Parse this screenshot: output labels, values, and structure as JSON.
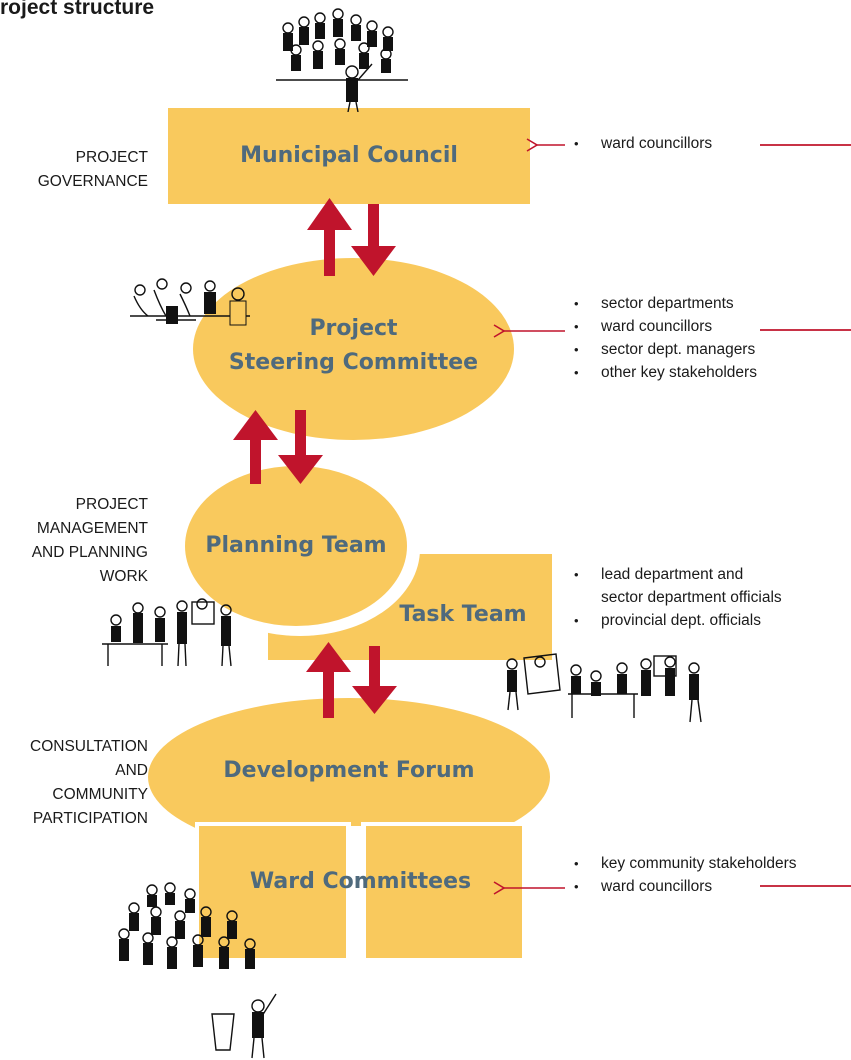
{
  "title": "roject structure",
  "side_labels": {
    "governance": [
      "PROJECT",
      "GOVERNANCE"
    ],
    "management": [
      "PROJECT",
      "MANAGEMENT",
      "AND PLANNING",
      "WORK"
    ],
    "consultation": [
      "CONSULTATION",
      "AND",
      "COMMUNITY",
      "PARTICIPATION"
    ]
  },
  "nodes": {
    "municipal_council": "Municipal Council",
    "steering_committee": [
      "Project",
      "Steering Committee"
    ],
    "planning_team": "Planning Team",
    "task_team": "Task Team",
    "development_forum": "Development Forum",
    "ward_committees": "Ward Committees"
  },
  "bullet_groups": {
    "council": [
      "ward councillors"
    ],
    "steering": [
      "sector departments",
      "ward councillors",
      "sector dept. managers",
      "other key stakeholders"
    ],
    "task": [
      "lead department and",
      "sector department officials",
      "provincial dept. officials"
    ],
    "ward": [
      "key community stakeholders",
      "ward councillors"
    ]
  },
  "colors": {
    "box_fill": "#f9c95d",
    "label_text": "#4f6a7d",
    "arrow": "#c0142c"
  },
  "icons": [
    "crowd-sketch-icon",
    "meeting-sketch-icon",
    "workshop-sketch-icon",
    "group-sketch-icon",
    "speaker-crowd-sketch-icon"
  ]
}
